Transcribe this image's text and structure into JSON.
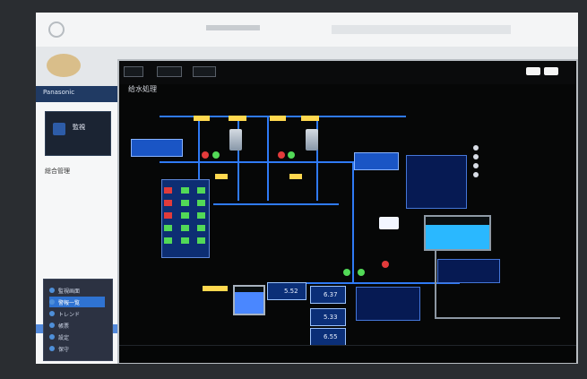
{
  "colors": {
    "bezel": "#2a2d31",
    "screen": "#eef1f3",
    "hmi_background": "#060707",
    "pipe_blue": "#2f7af5",
    "status_red": "#e23b3b",
    "status_green": "#52d957",
    "label_yellow": "#ffd84f",
    "panel_blue": "#1a55c5"
  },
  "left_panel": {
    "header_title": "Panasonic",
    "card_label": "監視",
    "section_label": "総合管理",
    "nav_items": [
      "監視画面",
      "警報一覧",
      "トレンド",
      "帳票",
      "設定",
      "保守"
    ]
  },
  "hmi": {
    "title": "给水処理",
    "readouts": {
      "value1": "5.52",
      "value2": "6.37",
      "value3": "5.33",
      "value4": "6.55"
    }
  }
}
